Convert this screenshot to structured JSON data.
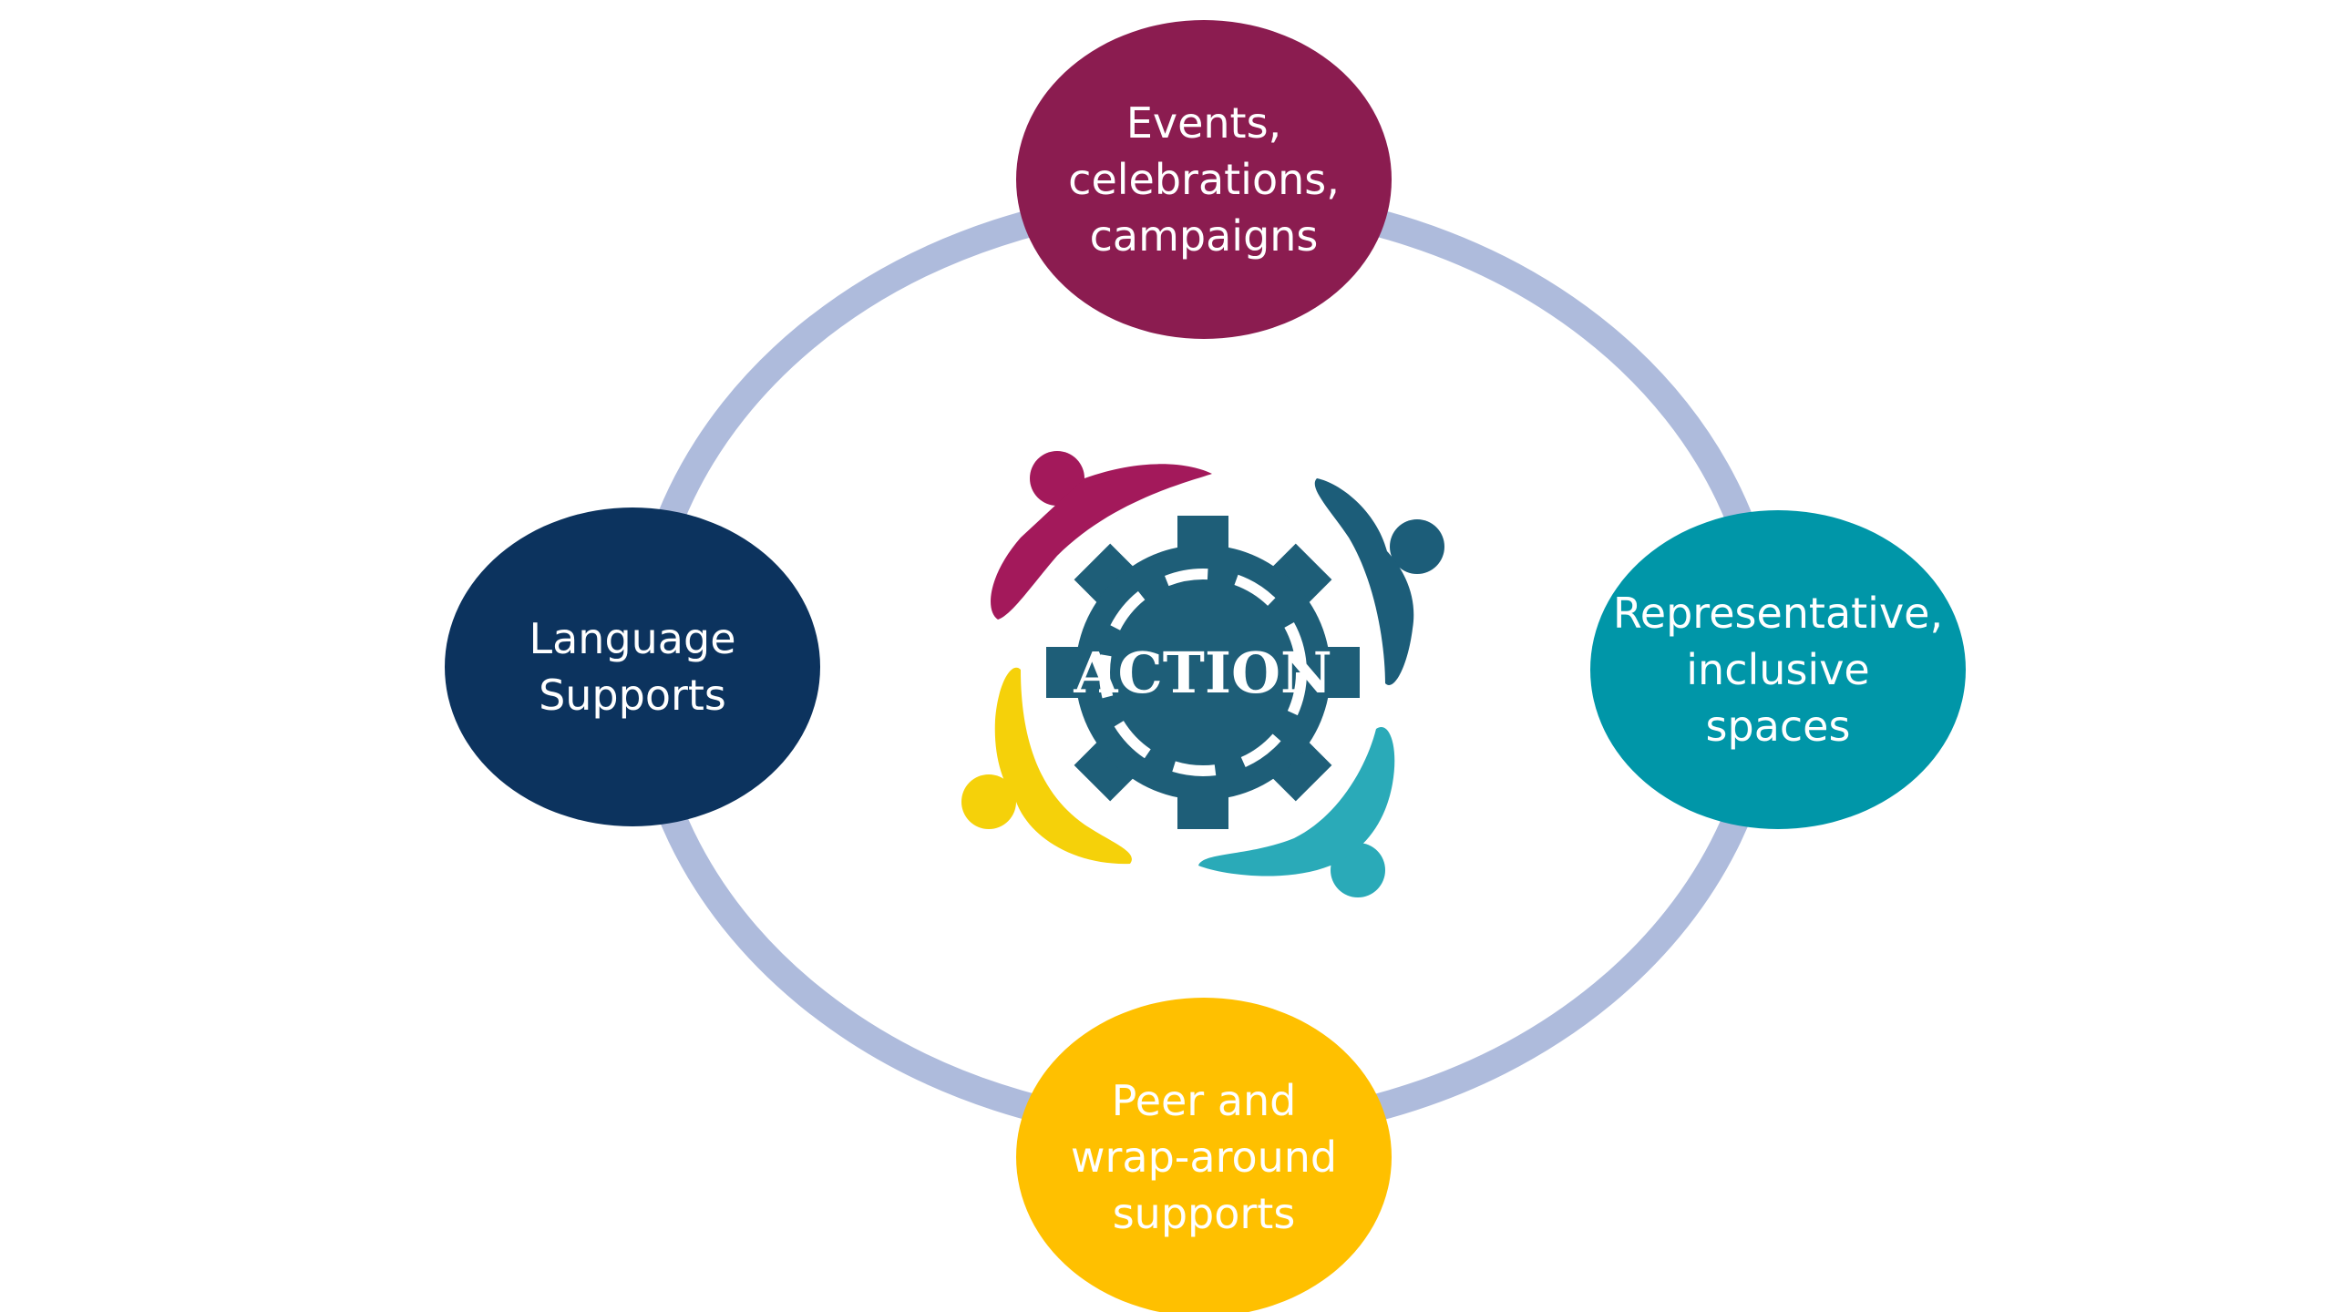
{
  "diagram": {
    "center": {
      "label": "ACTION",
      "icon": "gear-people-icon"
    },
    "nodes": [
      {
        "id": "top",
        "label": "Events,\ncelebrations,\ncampaigns",
        "color": "#8B1C50"
      },
      {
        "id": "left",
        "label": "Language\nSupports",
        "color": "#0C335E"
      },
      {
        "id": "right",
        "label": "Representative,\ninclusive\nspaces",
        "color": "#0096A8"
      },
      {
        "id": "bottom",
        "label": "Peer and\nwrap-around\nsupports",
        "color": "#FFC000"
      }
    ],
    "ring_color": "#AEBBDC",
    "people_colors": [
      "#A3195B",
      "#1C5D79",
      "#F5D10A",
      "#2AAAB8"
    ],
    "gear_color": "#1E5E78"
  }
}
